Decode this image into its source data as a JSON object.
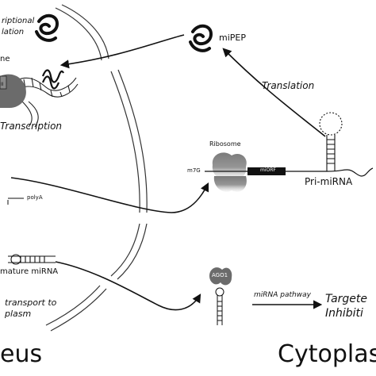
{
  "labels": {
    "transcriptional_regulation_line1": "riptional",
    "transcriptional_regulation_line2": "lation",
    "gene_fragment": "ne",
    "transcription": "Transcription",
    "mipep": "miPEP",
    "translation": "Translation",
    "ribosome": "Ribosome",
    "m7g": "m7G",
    "miorf": "miORF",
    "pri_mirna": "Pri-miRNA",
    "polya": "polyA",
    "mature_mirna": "mature miRNA",
    "transport_line1": "transport to",
    "transport_line2": "plasm",
    "ago1": "AGO1",
    "mirna_pathway": "miRNA pathway",
    "targeted_line1": "Targete",
    "targeted_line2": "Inhibiti",
    "nucleus": "eus",
    "cytoplasm": "Cytoplas"
  },
  "colors": {
    "ink": "#111111",
    "protein_gray": "#6b6b6b",
    "ribosome_gray": "#7a7a7a",
    "membrane": "#333333"
  }
}
